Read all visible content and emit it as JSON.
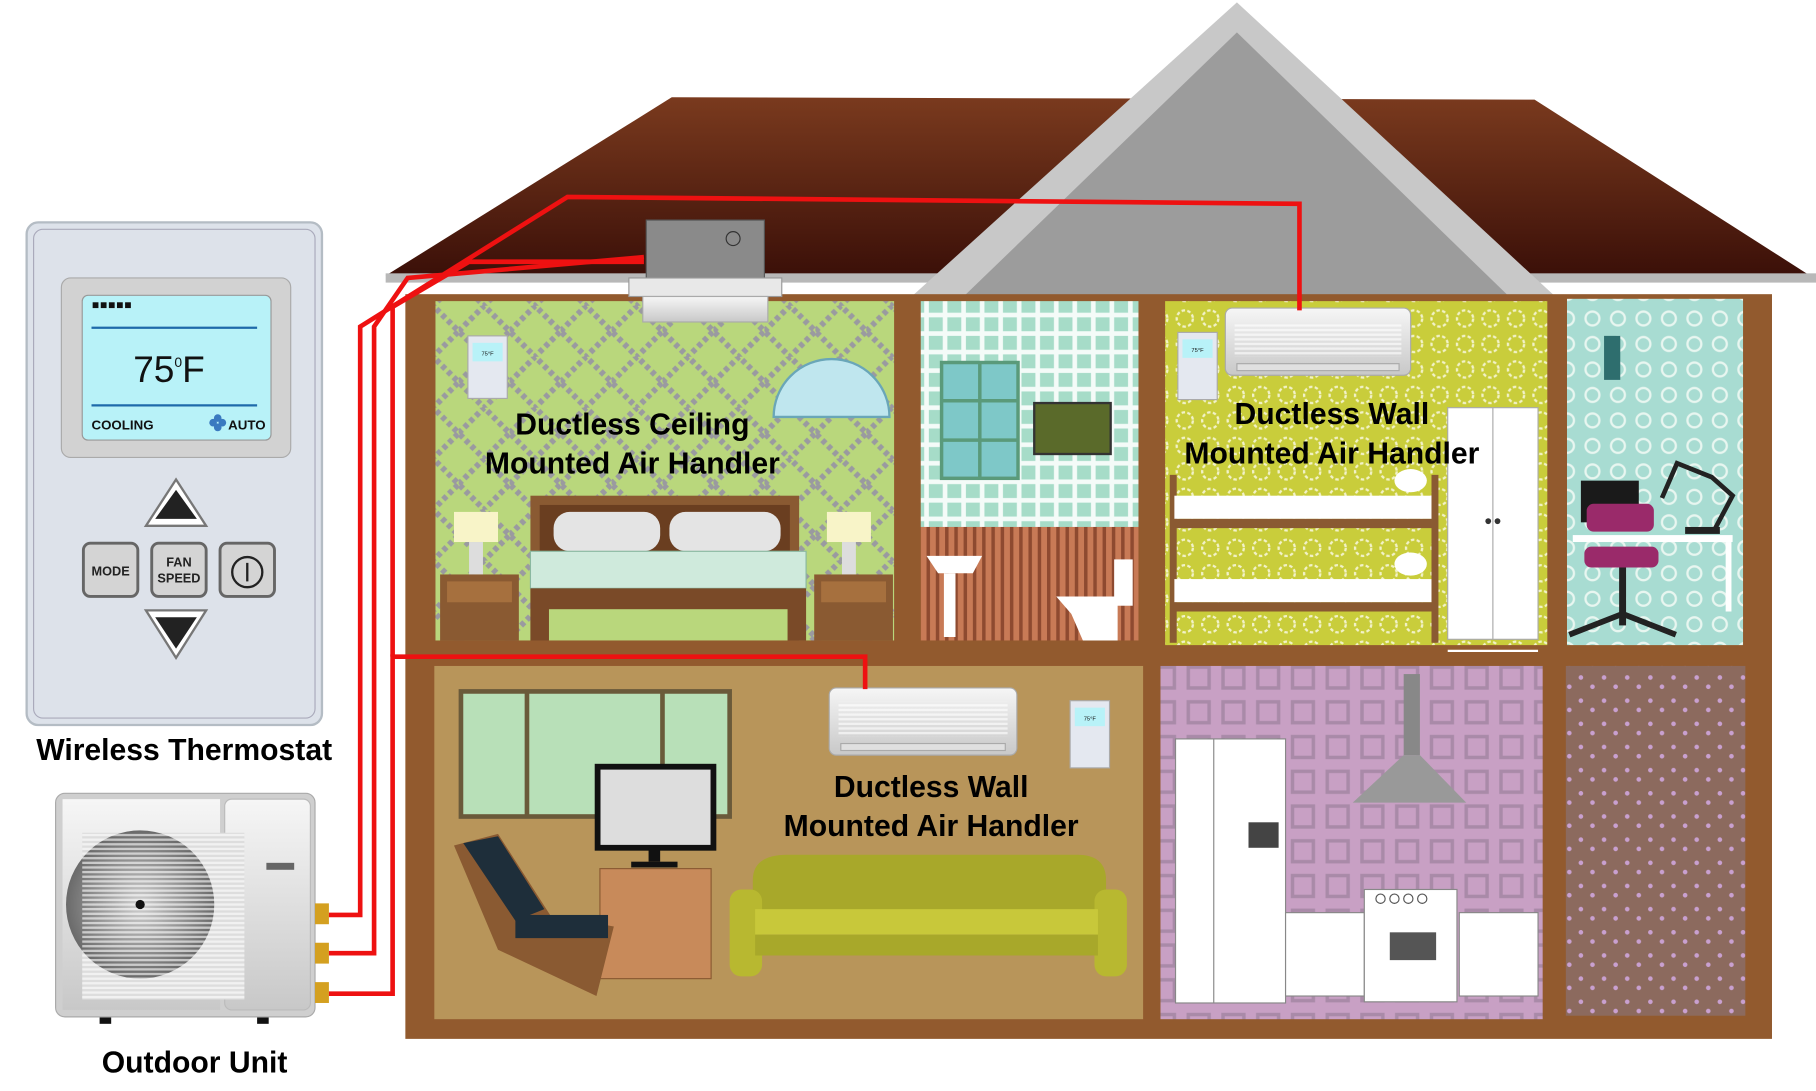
{
  "diagram": {
    "title": "Ductless mini-split system in a house",
    "labels": {
      "ceiling_handler": [
        "Ductless Ceiling",
        "Mounted Air Handler"
      ],
      "wall_handler_upstairs": [
        "Ductless Wall",
        "Mounted Air Handler"
      ],
      "wall_handler_living": [
        "Ductless Wall",
        "Mounted Air Handler"
      ],
      "thermostat": "Wireless Thermostat",
      "outdoor_unit": "Outdoor Unit"
    },
    "thermostat": {
      "temperature": "75",
      "degree": "0",
      "unit": "F",
      "mode": "COOLING",
      "fan": "AUTO",
      "buttons": {
        "mode": "MODE",
        "fan_speed": [
          "FAN",
          "SPEED"
        ]
      },
      "icons": [
        "up-arrow-icon",
        "down-arrow-icon",
        "power-icon",
        "fan-icon"
      ]
    },
    "mini_thermostat_temp": "75°F",
    "colors": {
      "refrigerant_line": "#ee1111",
      "roof": "#5b2414",
      "wall_frame": "#925a2e",
      "lcd": "#b8f2f8"
    }
  }
}
